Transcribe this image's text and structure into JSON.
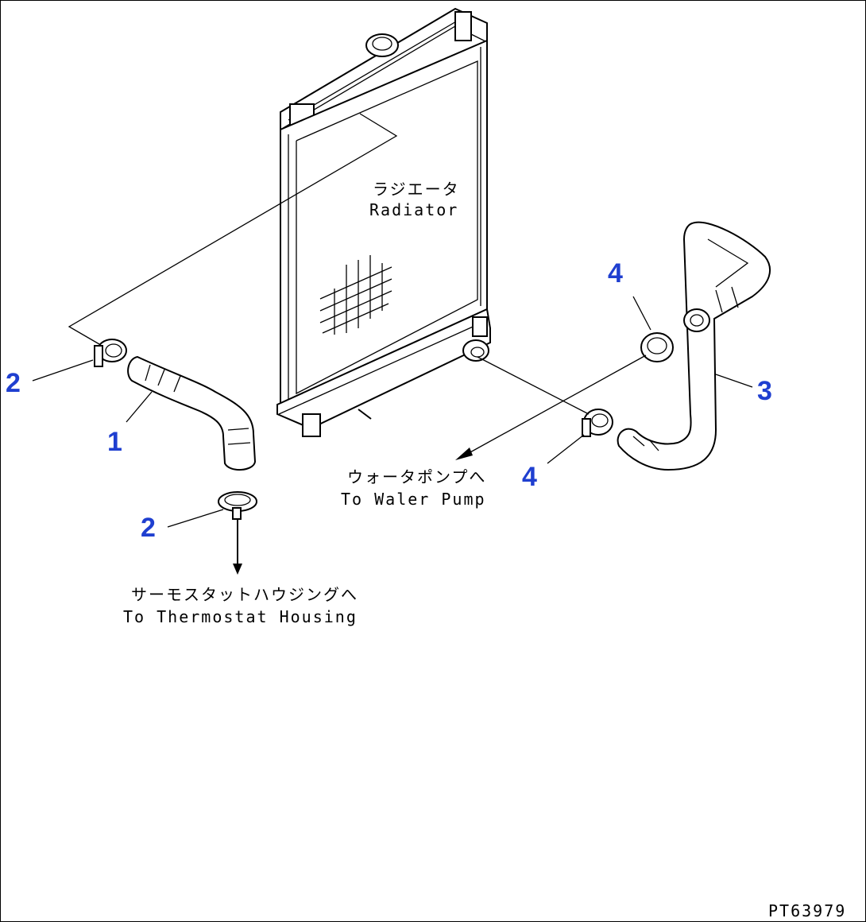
{
  "diagram": {
    "callouts": [
      "1",
      "2",
      "2",
      "3",
      "4",
      "4"
    ],
    "labels": {
      "radiator_ja": "ラジエータ",
      "radiator_en": "Radiator",
      "water_pump_ja": "ウォータポンプへ",
      "water_pump_en": "To Waler Pump",
      "thermostat_ja": "サーモスタットハウジングへ",
      "thermostat_en": "To Thermostat Housing"
    },
    "drawing_code": "PT63979"
  }
}
